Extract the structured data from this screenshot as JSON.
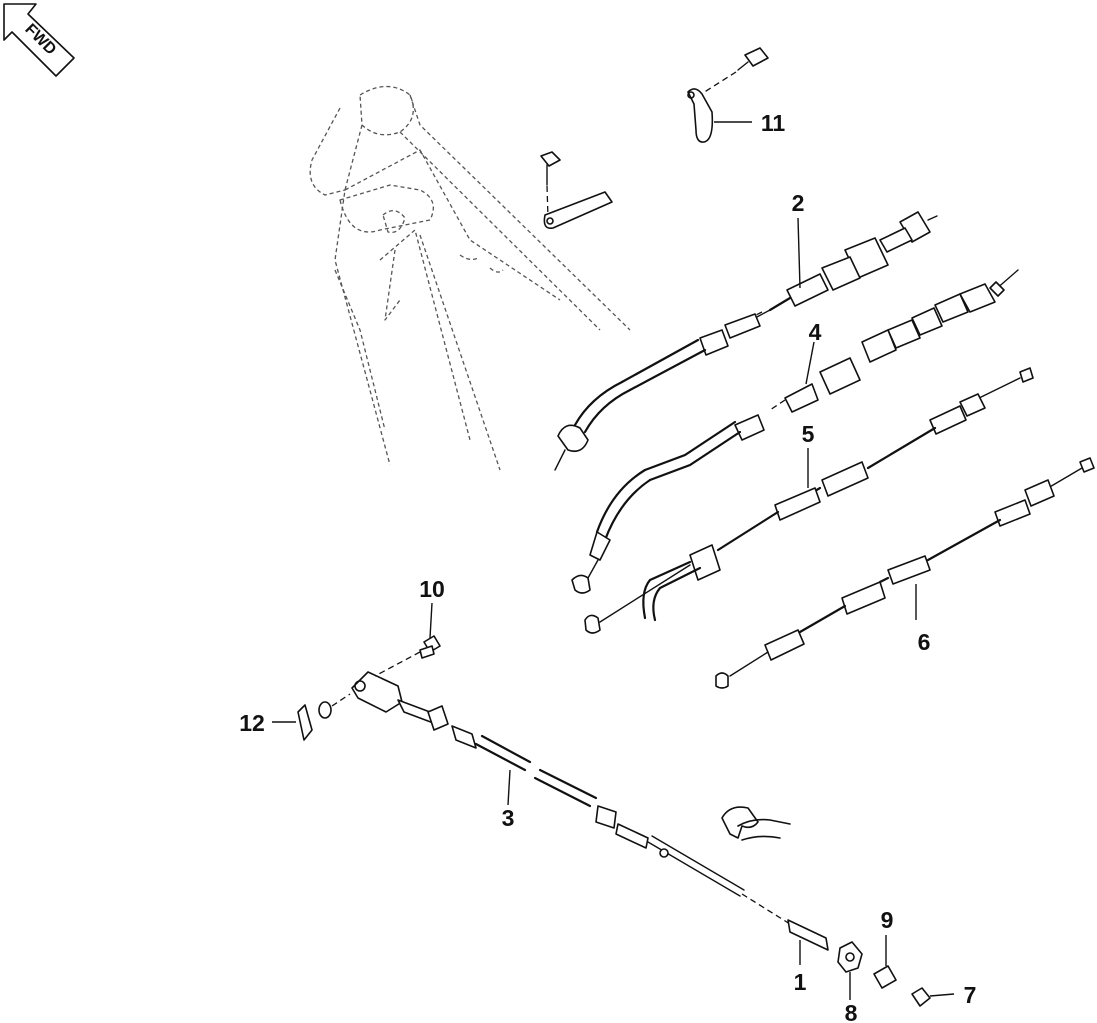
{
  "direction_badge": {
    "label": "FWD",
    "icon": "forward-arrow-icon"
  },
  "callouts": [
    {
      "id": "1",
      "label": "1"
    },
    {
      "id": "2",
      "label": "2"
    },
    {
      "id": "3",
      "label": "3"
    },
    {
      "id": "4",
      "label": "4"
    },
    {
      "id": "5",
      "label": "5"
    },
    {
      "id": "6",
      "label": "6"
    },
    {
      "id": "7",
      "label": "7"
    },
    {
      "id": "8",
      "label": "8"
    },
    {
      "id": "9",
      "label": "9"
    },
    {
      "id": "10",
      "label": "10"
    },
    {
      "id": "11",
      "label": "11"
    },
    {
      "id": "12",
      "label": "12"
    }
  ],
  "colors": {
    "line": "#111111",
    "frame_phantom": "#555555",
    "background": "#ffffff"
  }
}
